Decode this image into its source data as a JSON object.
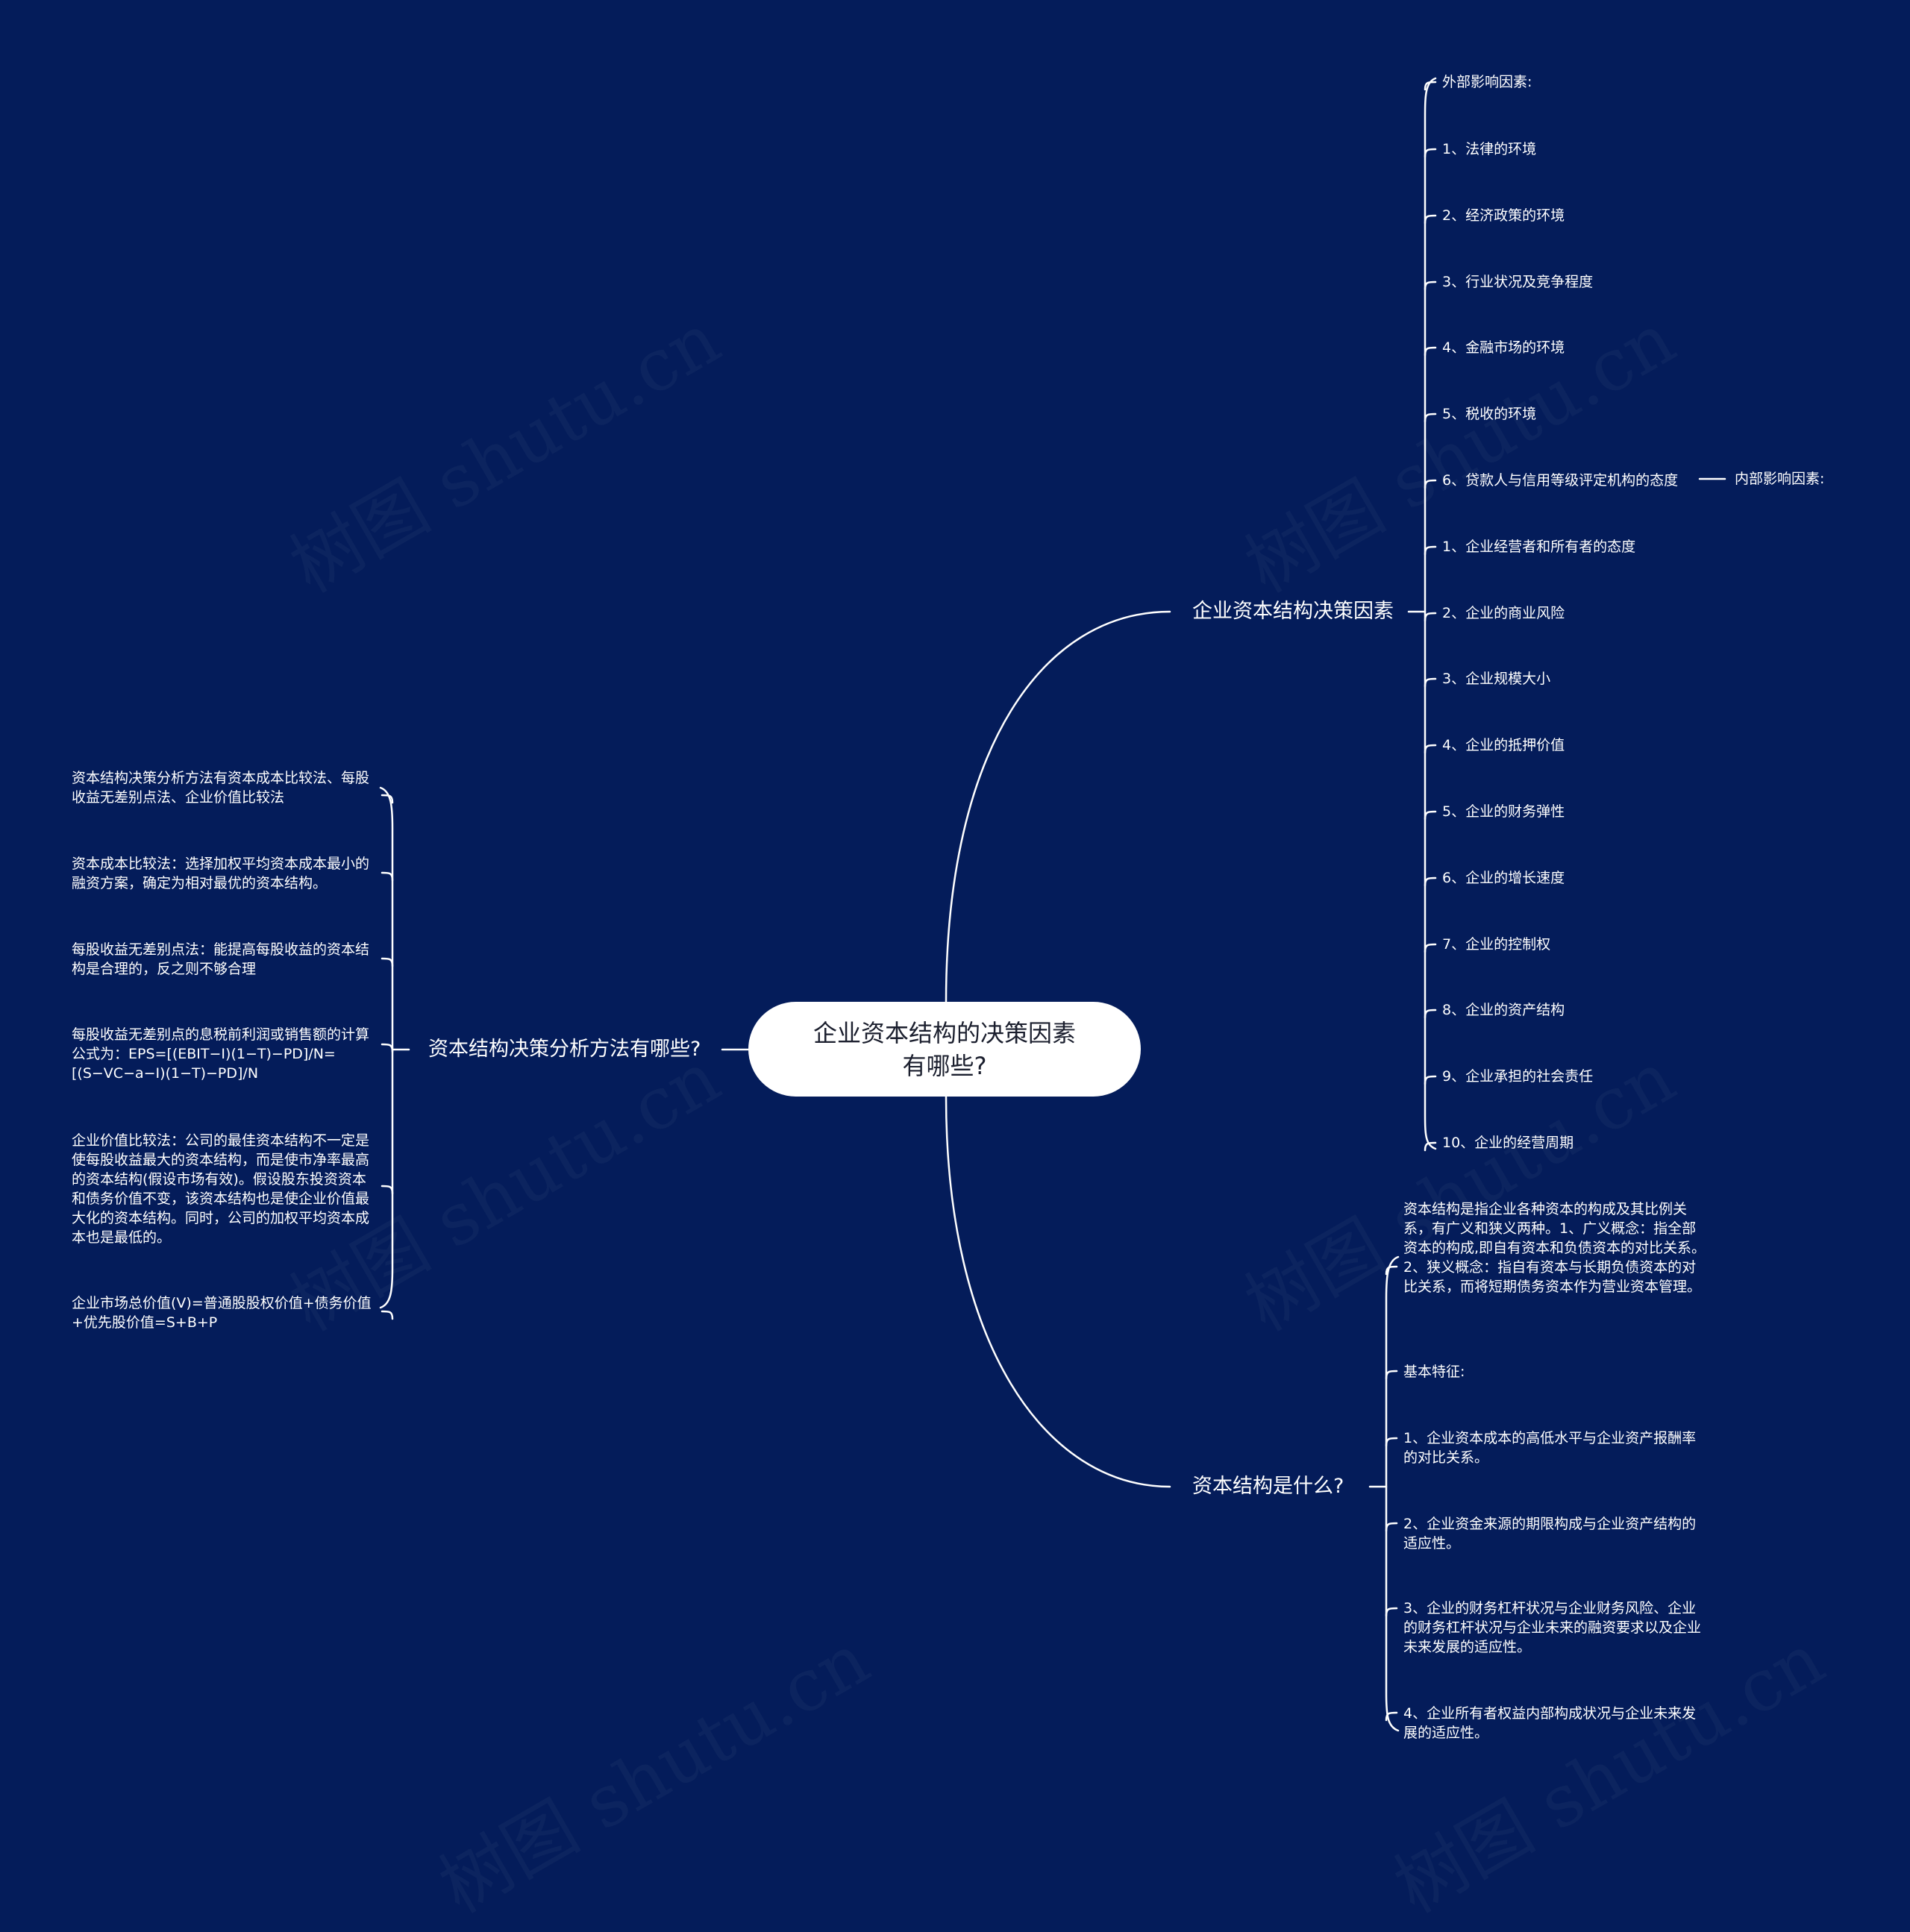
{
  "watermark": "树图 shutu.cn",
  "root": {
    "line1": "企业资本结构的决策因素",
    "line2": "有哪些?"
  },
  "branch_factors": {
    "label": "企业资本结构决策因素",
    "external_header": "外部影响因素:",
    "internal_header": "内部影响因素:",
    "items": [
      "1、法律的环境",
      "2、经济政策的环境",
      "3、行业状况及竞争程度",
      "4、金融市场的环境",
      "5、税收的环境",
      "6、贷款人与信用等级评定机构的态度",
      "1、企业经营者和所有者的态度",
      "2、企业的商业风险",
      "3、企业规模大小",
      "4、企业的抵押价值",
      "5、企业的财务弹性",
      "6、企业的增长速度",
      "7、企业的控制权",
      "8、企业的资产结构",
      "9、企业承担的社会责任",
      "10、企业的经营周期"
    ]
  },
  "branch_methods": {
    "label": "资本结构决策分析方法有哪些?",
    "items": [
      "资本结构决策分析方法有资本成本比较法、每股收益无差别点法、企业价值比较法",
      "资本成本比较法：选择加权平均资本成本最小的融资方案，确定为相对最优的资本结构。",
      "每股收益无差别点法：能提高每股收益的资本结构是合理的，反之则不够合理",
      "每股收益无差别点的息税前利润或销售额的计算公式为：EPS=[(EBIT−I)(1−T)−PD]/N=[(S−VC−a−I)(1−T)−PD]/N",
      "企业价值比较法：公司的最佳资本结构不一定是使每股收益最大的资本结构，而是使市净率最高的资本结构(假设市场有效)。假设股东投资资本和债务价值不变，该资本结构也是使企业价值最大化的资本结构。同时，公司的加权平均资本成本也是最低的。",
      "企业市场总价值(V)=普通股股权价值+债务价值+优先股价值=S+B+P"
    ]
  },
  "branch_whatis": {
    "label": "资本结构是什么?",
    "items": [
      "资本结构是指企业各种资本的构成及其比例关系，有广义和狭义两种。1、广义概念：指全部资本的构成,即自有资本和负债资本的对比关系。2、狭义概念：指自有资本与长期负债资本的对比关系，而将短期债务资本作为营业资本管理。",
      "基本特征:",
      "1、企业资本成本的高低水平与企业资产报酬率的对比关系。",
      "2、企业资金来源的期限构成与企业资产结构的适应性。",
      "3、企业的财务杠杆状况与企业财务风险、企业的财务杠杆状况与企业未来的融资要求以及企业未来发展的适应性。",
      "4、企业所有者权益内部构成状况与企业未来发展的适应性。"
    ]
  }
}
